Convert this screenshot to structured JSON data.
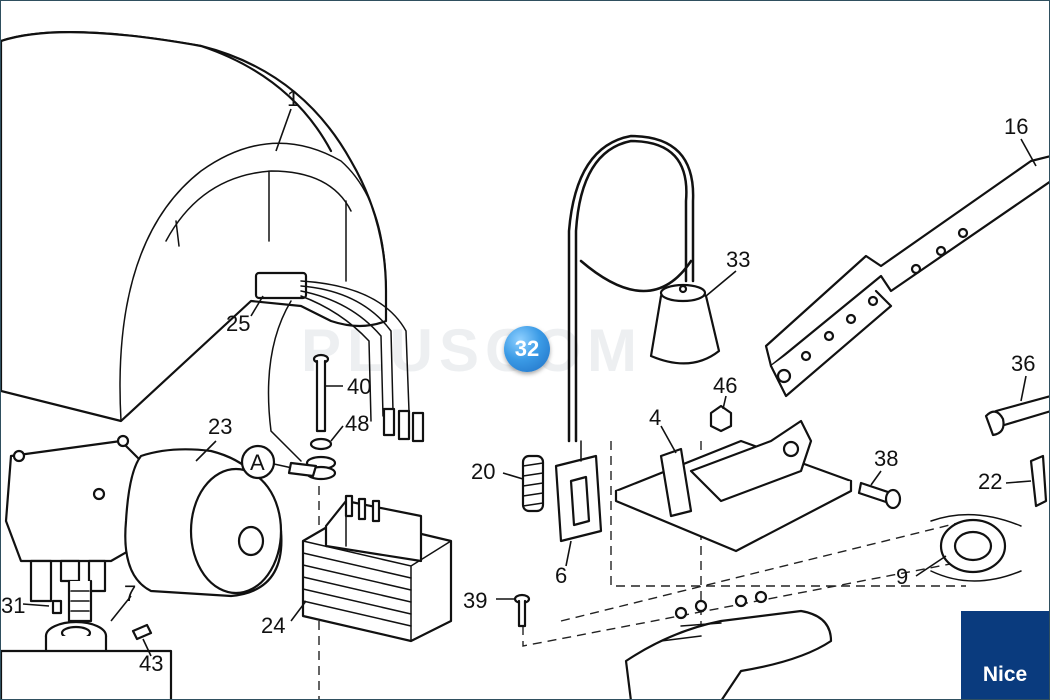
{
  "diagram": {
    "highlighted_part": "32",
    "brand": "Nice",
    "watermark": "PLUSCOM",
    "callout_A": "A",
    "labels": [
      "1",
      "16",
      "33",
      "25",
      "40",
      "48",
      "46",
      "4",
      "36",
      "23",
      "38",
      "20",
      "22",
      "24",
      "6",
      "9",
      "39",
      "31",
      "7",
      "43"
    ]
  }
}
